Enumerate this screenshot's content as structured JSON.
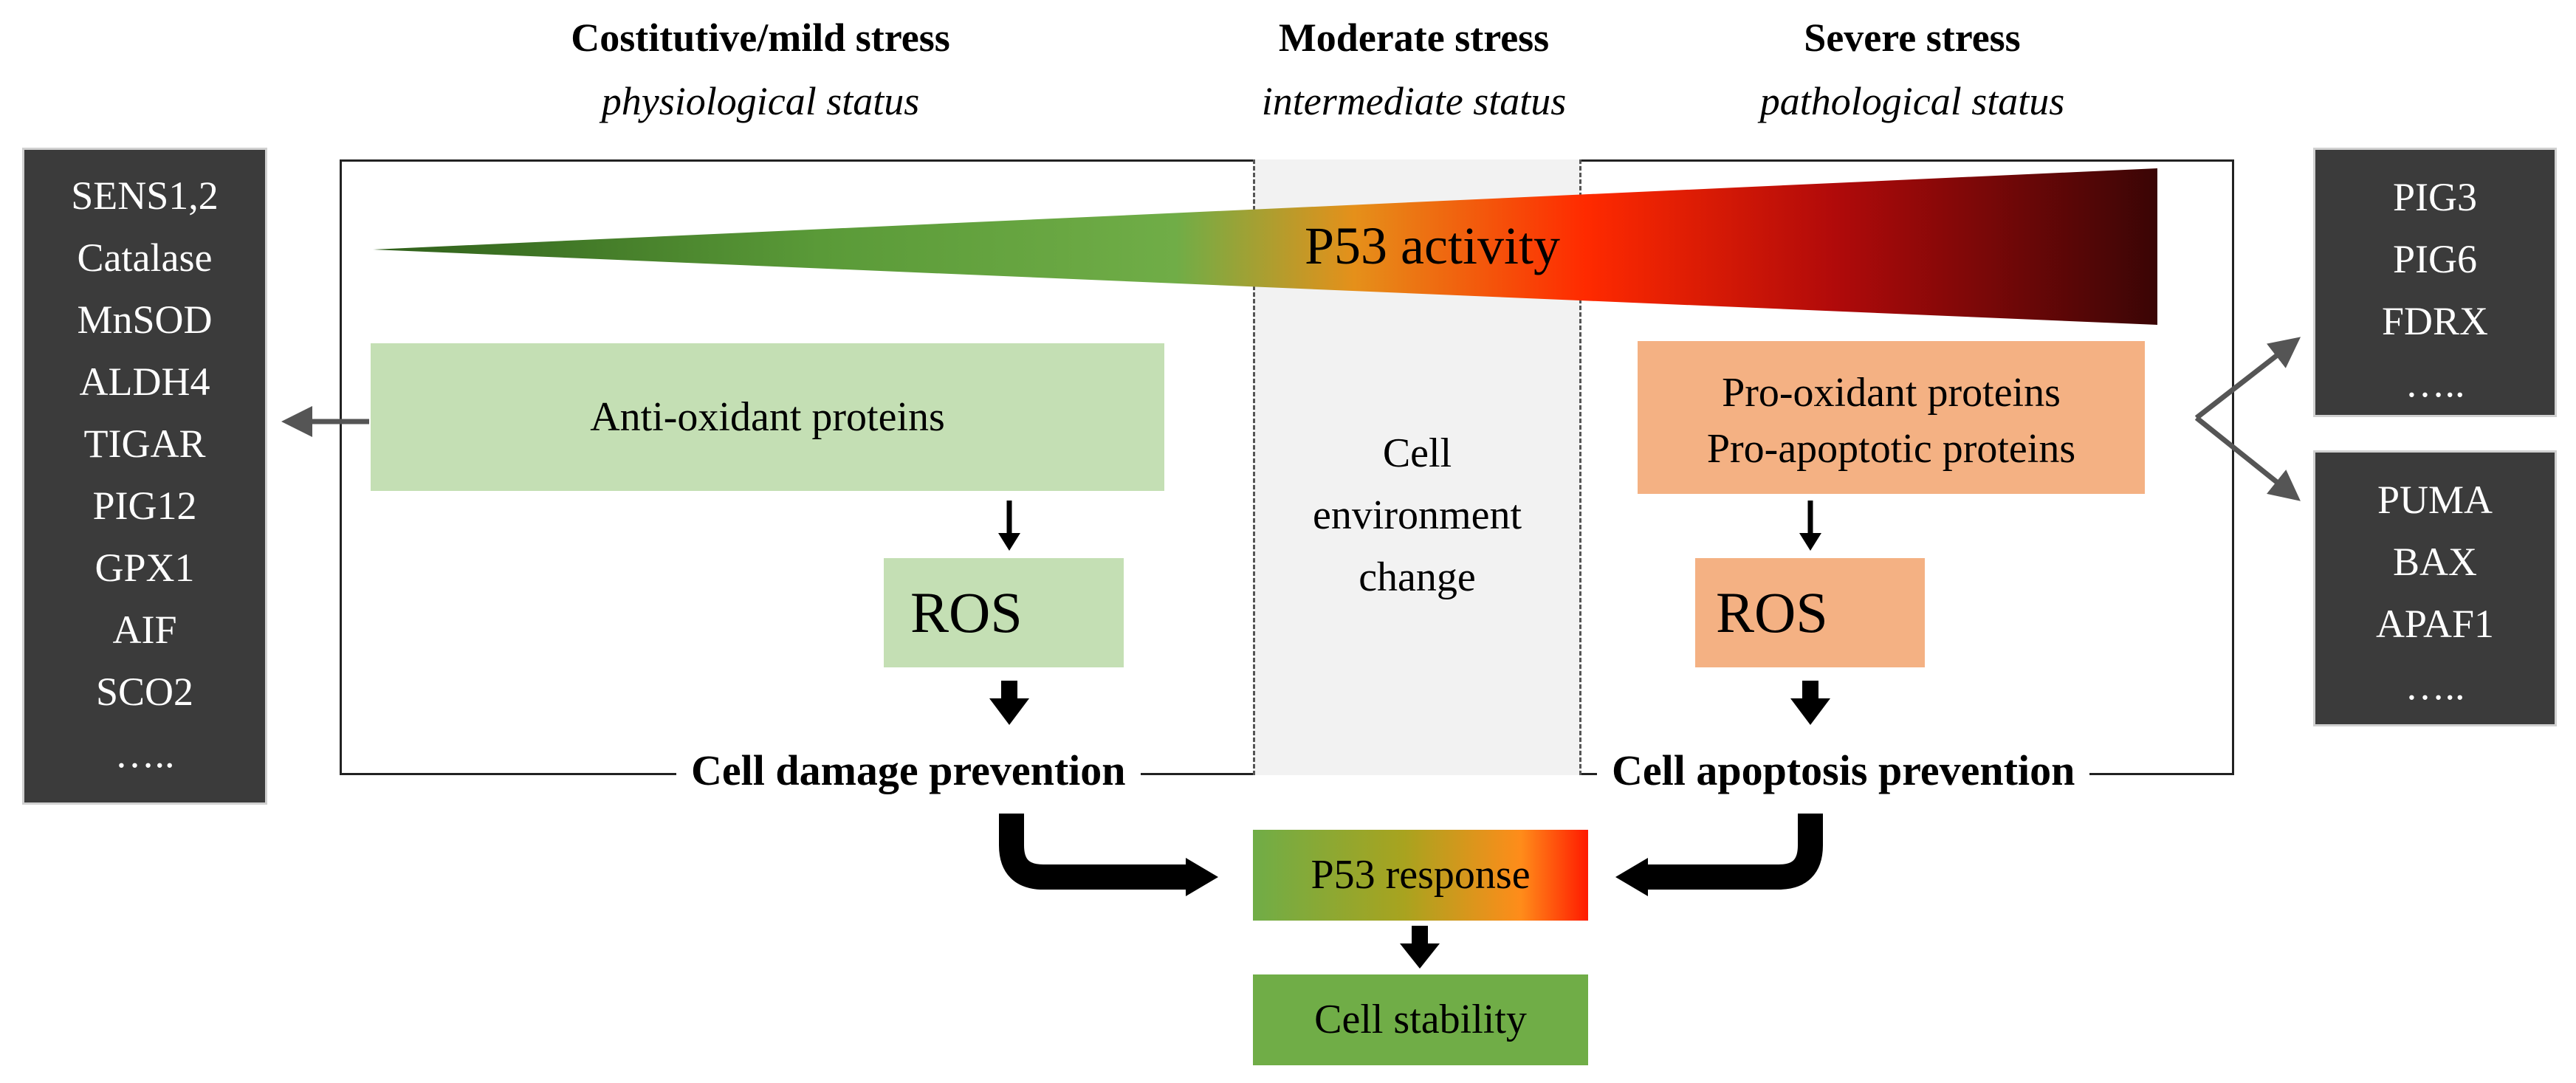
{
  "headers": {
    "mild": {
      "title": "Costitutive/mild stress",
      "subtitle": "physiological status"
    },
    "moderate": {
      "title": "Moderate stress",
      "subtitle": "intermediate status"
    },
    "severe": {
      "title": "Severe stress",
      "subtitle": "pathological status"
    }
  },
  "left_genes": [
    "SENS1,2",
    "Catalase",
    "MnSOD",
    "ALDH4",
    "TIGAR",
    "PIG12",
    "GPX1",
    "AIF",
    "SCO2",
    "….."
  ],
  "right_genes_top": [
    "PIG3",
    "PIG6",
    "FDRX",
    "….."
  ],
  "right_genes_bottom": [
    "PUMA",
    "BAX",
    "APAF1",
    "….."
  ],
  "triangle_label": "P53 activity",
  "antioxidant": "Anti-oxidant proteins",
  "pro_oxidant": "Pro-oxidant proteins",
  "pro_apoptotic": "Pro-apoptotic proteins",
  "ros_label": "ROS",
  "cell_env": [
    "Cell",
    "environment",
    "change"
  ],
  "damage_prevention": "Cell damage prevention",
  "apoptosis_prevention": "Cell apoptosis prevention",
  "p53_response": "P53 response",
  "cell_stability": "Cell stability",
  "colors": {
    "dark_box": "#3b3b3b",
    "light_green": "#c4dfb4",
    "green": "#70ad47",
    "salmon": "#f4b183",
    "orange": "#ff8c1a",
    "red": "#ff2a00",
    "dark_red": "#3a0505"
  }
}
